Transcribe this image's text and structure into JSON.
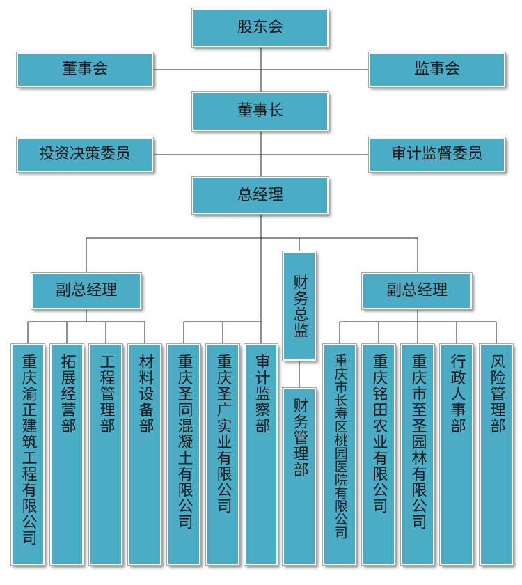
{
  "shareholders": "股东会",
  "board": "董事会",
  "supervisors": "监事会",
  "chairman": "董事长",
  "investment_committee": "投资决策委员",
  "audit_committee": "审计监督委员",
  "general_manager": "总经理",
  "deputy_gm_left": "副总经理",
  "cfo": "财务总监",
  "deputy_gm_right": "副总经理",
  "left_units": [
    "重庆渝正建筑工程有限公司",
    "拓展经营部",
    "工程管理部",
    "材料设备部"
  ],
  "direct_units": [
    "重庆圣同混凝土有限公司",
    "重庆圣广实业有限公司",
    "审计监察部"
  ],
  "finance_unit": "财务管理部",
  "right_units": [
    "重庆市长寿区桃园医院有限公司",
    "重庆铭田农业有限公司",
    "重庆市至圣园林有限公司",
    "行政人事部",
    "风险管理部"
  ],
  "colors": {
    "box_fill": "#4bacc6",
    "line": "#1a1a1a",
    "text": "#1a1a1a"
  }
}
